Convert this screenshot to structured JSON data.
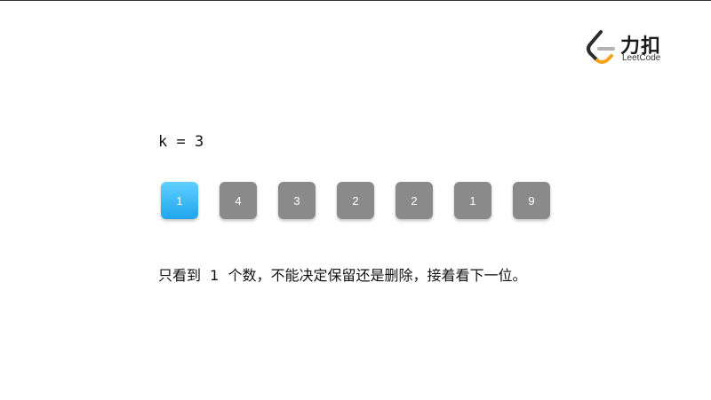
{
  "logo": {
    "name_cn": "力扣",
    "name_en": "LeetCode",
    "colors": {
      "dark": "#2b2b2b",
      "accent": "#f7a21b",
      "gray": "#b3b3b3"
    }
  },
  "k_label": "k = 3",
  "array": [
    {
      "value": "1",
      "active": true
    },
    {
      "value": "4",
      "active": false
    },
    {
      "value": "3",
      "active": false
    },
    {
      "value": "2",
      "active": false
    },
    {
      "value": "2",
      "active": false
    },
    {
      "value": "1",
      "active": false
    },
    {
      "value": "9",
      "active": false
    }
  ],
  "colors": {
    "box_default": "#8a8a8a",
    "box_active": "#1ea5ef"
  },
  "message": "只看到  1  个数，不能决定保留还是删除，接着看下一位。"
}
